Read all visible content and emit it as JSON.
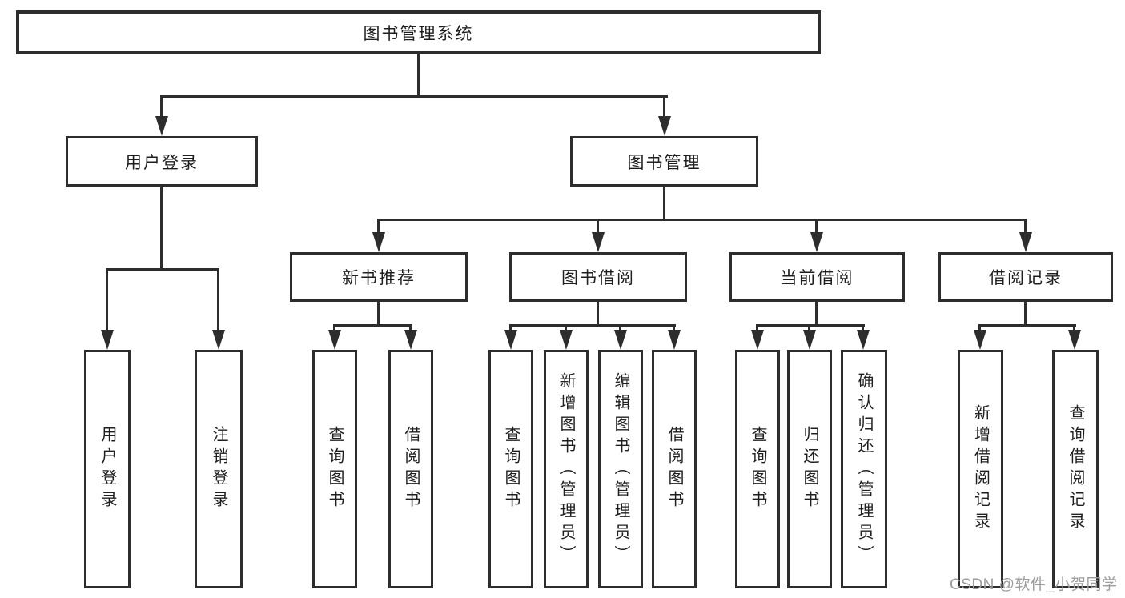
{
  "tree": {
    "label": "图书管理系统",
    "children": [
      {
        "label": "用户登录",
        "children": [
          {
            "label": "用户登录"
          },
          {
            "label": "注销登录"
          }
        ]
      },
      {
        "label": "图书管理",
        "children": [
          {
            "label": "新书推荐",
            "children": [
              {
                "label": "查询图书"
              },
              {
                "label": "借阅图书"
              }
            ]
          },
          {
            "label": "图书借阅",
            "children": [
              {
                "label": "查询图书"
              },
              {
                "label": "新增图书（管理员）"
              },
              {
                "label": "编辑图书（管理员）"
              },
              {
                "label": "借阅图书"
              }
            ]
          },
          {
            "label": "当前借阅",
            "children": [
              {
                "label": "查询图书"
              },
              {
                "label": "归还图书"
              },
              {
                "label": "确认归还（管理员）"
              }
            ]
          },
          {
            "label": "借阅记录",
            "children": [
              {
                "label": "新增借阅记录"
              },
              {
                "label": "查询借阅记录"
              }
            ]
          }
        ]
      }
    ]
  },
  "watermark": "CSDN @软件_小贺同学",
  "colors": {
    "line": "#2d2d2d",
    "text": "#1f1f1f",
    "watermark": "#9c9c9c",
    "background": "#ffffff"
  }
}
